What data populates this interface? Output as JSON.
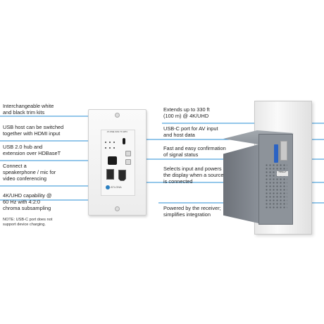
{
  "callouts": {
    "trim_kits": "Interchangeable white\nand black trim kits",
    "usb_host": "USB host can be switched\ntogether with HDMI input",
    "usb_hub": "USB 2.0 hub and\nextension over HDBaseT",
    "speakerphone": "Connect a\nspeakerphone / mic for\nvideo conferencing",
    "capability_4k": "4K/UHD capability @\n60 Hz with 4:2:0\nchroma subsampling",
    "note_usbc": "NOTE: USB-C port does not\nsupport device charging.",
    "extends": "Extends up to 330 ft\n(100 m) @ 4K/UHD",
    "usbc_port": "USB-C port for AV input\nand host data",
    "confirmation": "Fast and easy confirmation\nof signal status",
    "selects_input": "Selects input and powers\nthe display when a source\nis connected",
    "powered": "Powered by the receiver;\nsimplifies integration"
  },
  "device": {
    "model": "AT-OME-SW2-TX-WPC",
    "brand": "ATLONA",
    "tag": "HDBaseT"
  },
  "colors": {
    "leader_line": "#2a8fd6",
    "leader_dot": "#2a8fd6"
  }
}
